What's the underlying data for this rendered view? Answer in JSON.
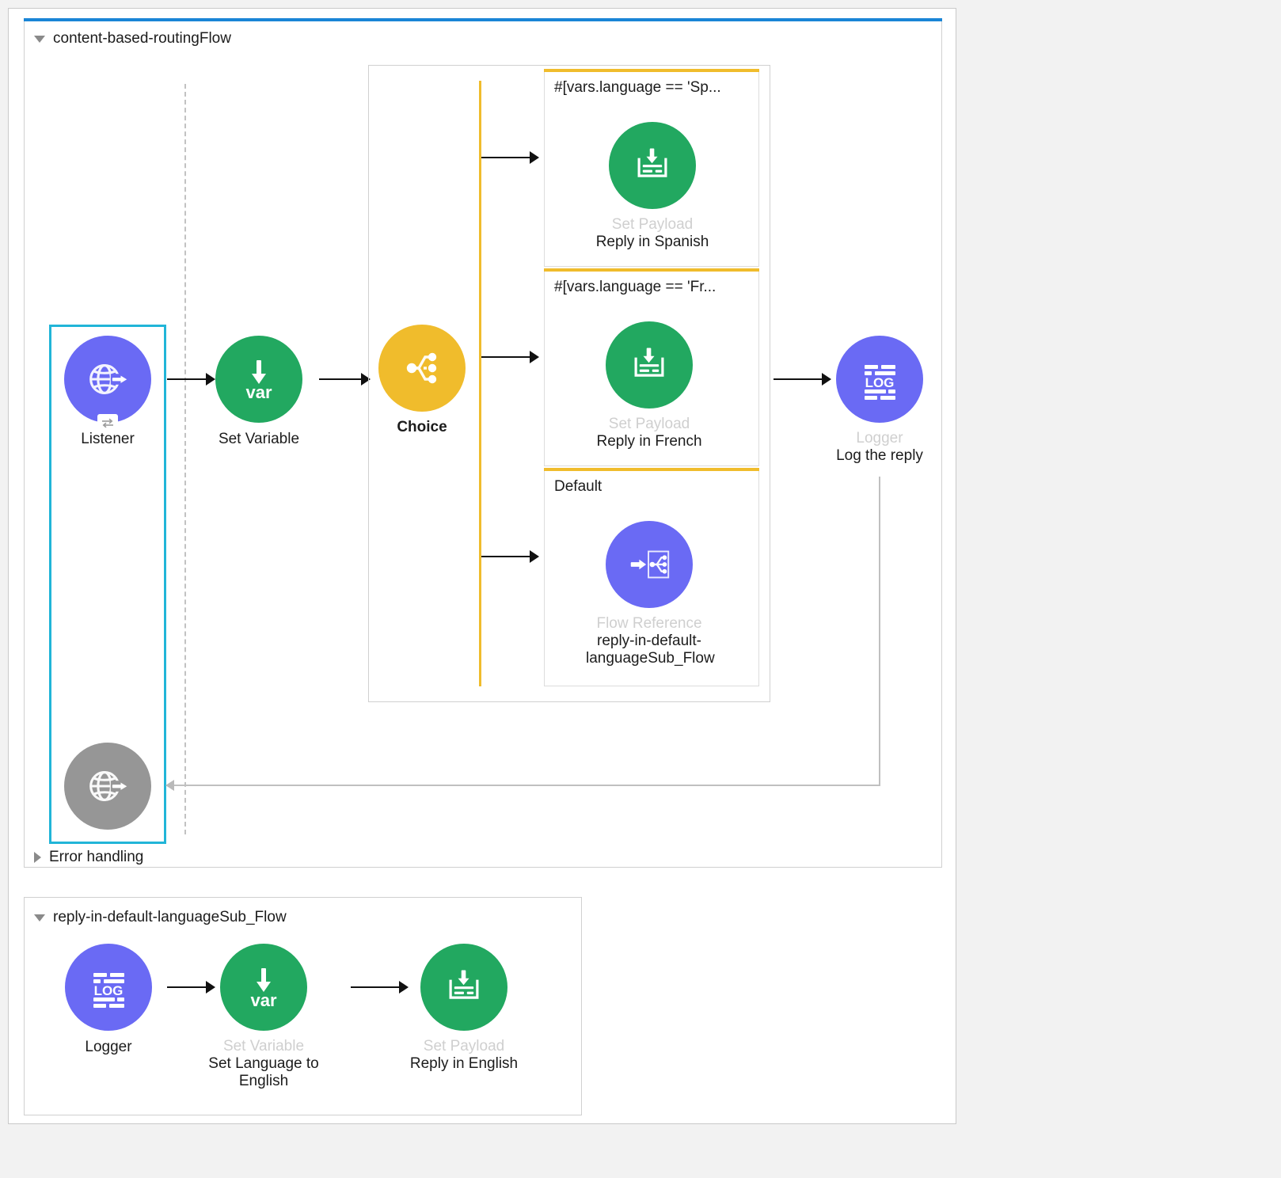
{
  "canvas": {
    "background_color": "#f2f2f2",
    "panel_background": "#ffffff"
  },
  "colors": {
    "accent_blue": "#1a85d6",
    "selection_cyan": "#21b5d8",
    "node_blue": "#6a6af4",
    "node_green": "#22a860",
    "node_yellow": "#f0bc2c",
    "node_gray": "#969696",
    "muted_text": "#cfcfcf",
    "primary_text": "#1c1c1c"
  },
  "main_flow": {
    "title": "content-based-routingFlow",
    "collapse_icon": "triangle-down-icon",
    "error_handling": {
      "label": "Error handling",
      "collapse_icon": "triangle-right-icon"
    },
    "nodes": {
      "listener": {
        "type": "",
        "label": "Listener",
        "icon": "http-listener-globe-icon",
        "badge_icon": "sync-arrows-icon",
        "color": "#6a6af4",
        "selected": true
      },
      "set_variable": {
        "type": "",
        "label": "Set Variable",
        "icon": "set-variable-var-icon",
        "color": "#22a860"
      },
      "choice": {
        "type": "",
        "label": "Choice",
        "icon": "choice-router-icon",
        "color": "#f0bc2c"
      },
      "logger": {
        "type": "Logger",
        "label": "Log the reply",
        "icon": "logger-log-icon",
        "color": "#6a6af4"
      },
      "listener_response": {
        "type": "",
        "label": "",
        "icon": "http-listener-globe-icon",
        "color": "#969696"
      }
    },
    "branches": [
      {
        "title": "#[vars.language == 'Sp...",
        "node_type": "Set Payload",
        "node_label": "Reply in Spanish",
        "icon": "set-payload-icon",
        "color": "#22a860"
      },
      {
        "title": "#[vars.language == 'Fr...",
        "node_type": "Set Payload",
        "node_label": "Reply in French",
        "icon": "set-payload-icon",
        "color": "#22a860"
      },
      {
        "title": "Default",
        "node_type": "Flow Reference",
        "node_label": "reply-in-default-languageSub_Flow",
        "icon": "flow-reference-icon",
        "color": "#6a6af4"
      }
    ]
  },
  "sub_flow": {
    "title": "reply-in-default-languageSub_Flow",
    "collapse_icon": "triangle-down-icon",
    "nodes": [
      {
        "type": "",
        "label": "Logger",
        "icon": "logger-log-icon",
        "color": "#6a6af4"
      },
      {
        "type": "Set Variable",
        "label": "Set Language to English",
        "icon": "set-variable-var-icon",
        "color": "#22a860"
      },
      {
        "type": "Set Payload",
        "label": "Reply in English",
        "icon": "set-payload-icon",
        "color": "#22a860"
      }
    ]
  }
}
